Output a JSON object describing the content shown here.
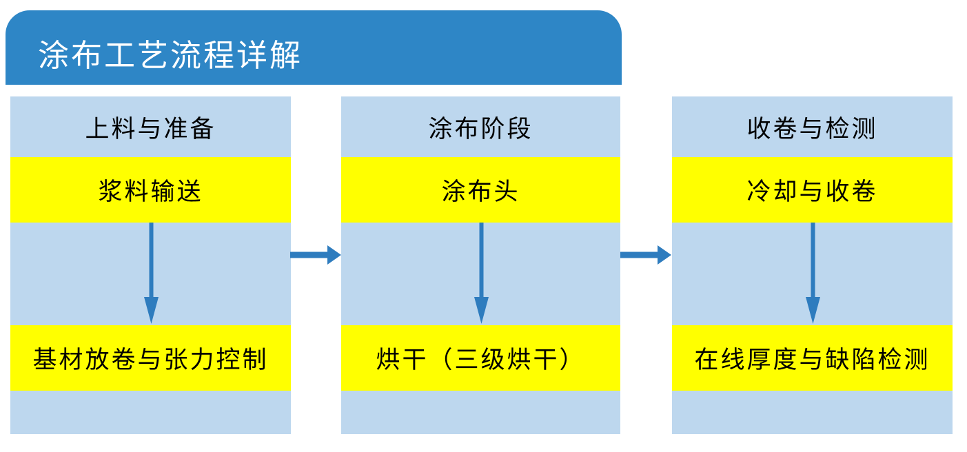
{
  "title": "涂布工艺流程详解",
  "colors": {
    "header_bg": "#2E86C6",
    "column_bg": "#BDD7EE",
    "step_bg": "#FFFF00",
    "arrow": "#2E7CBE",
    "title_text": "#FFFFFF",
    "body_text": "#000000"
  },
  "flow": {
    "columns": [
      {
        "header": "上料与准备",
        "steps": [
          "浆料输送",
          "基材放卷与张力控制"
        ]
      },
      {
        "header": "涂布阶段",
        "steps": [
          "涂布头",
          "烘干（三级烘干）"
        ]
      },
      {
        "header": "收卷与检测",
        "steps": [
          "冷却与收卷",
          "在线厚度与缺陷检测"
        ]
      }
    ]
  }
}
